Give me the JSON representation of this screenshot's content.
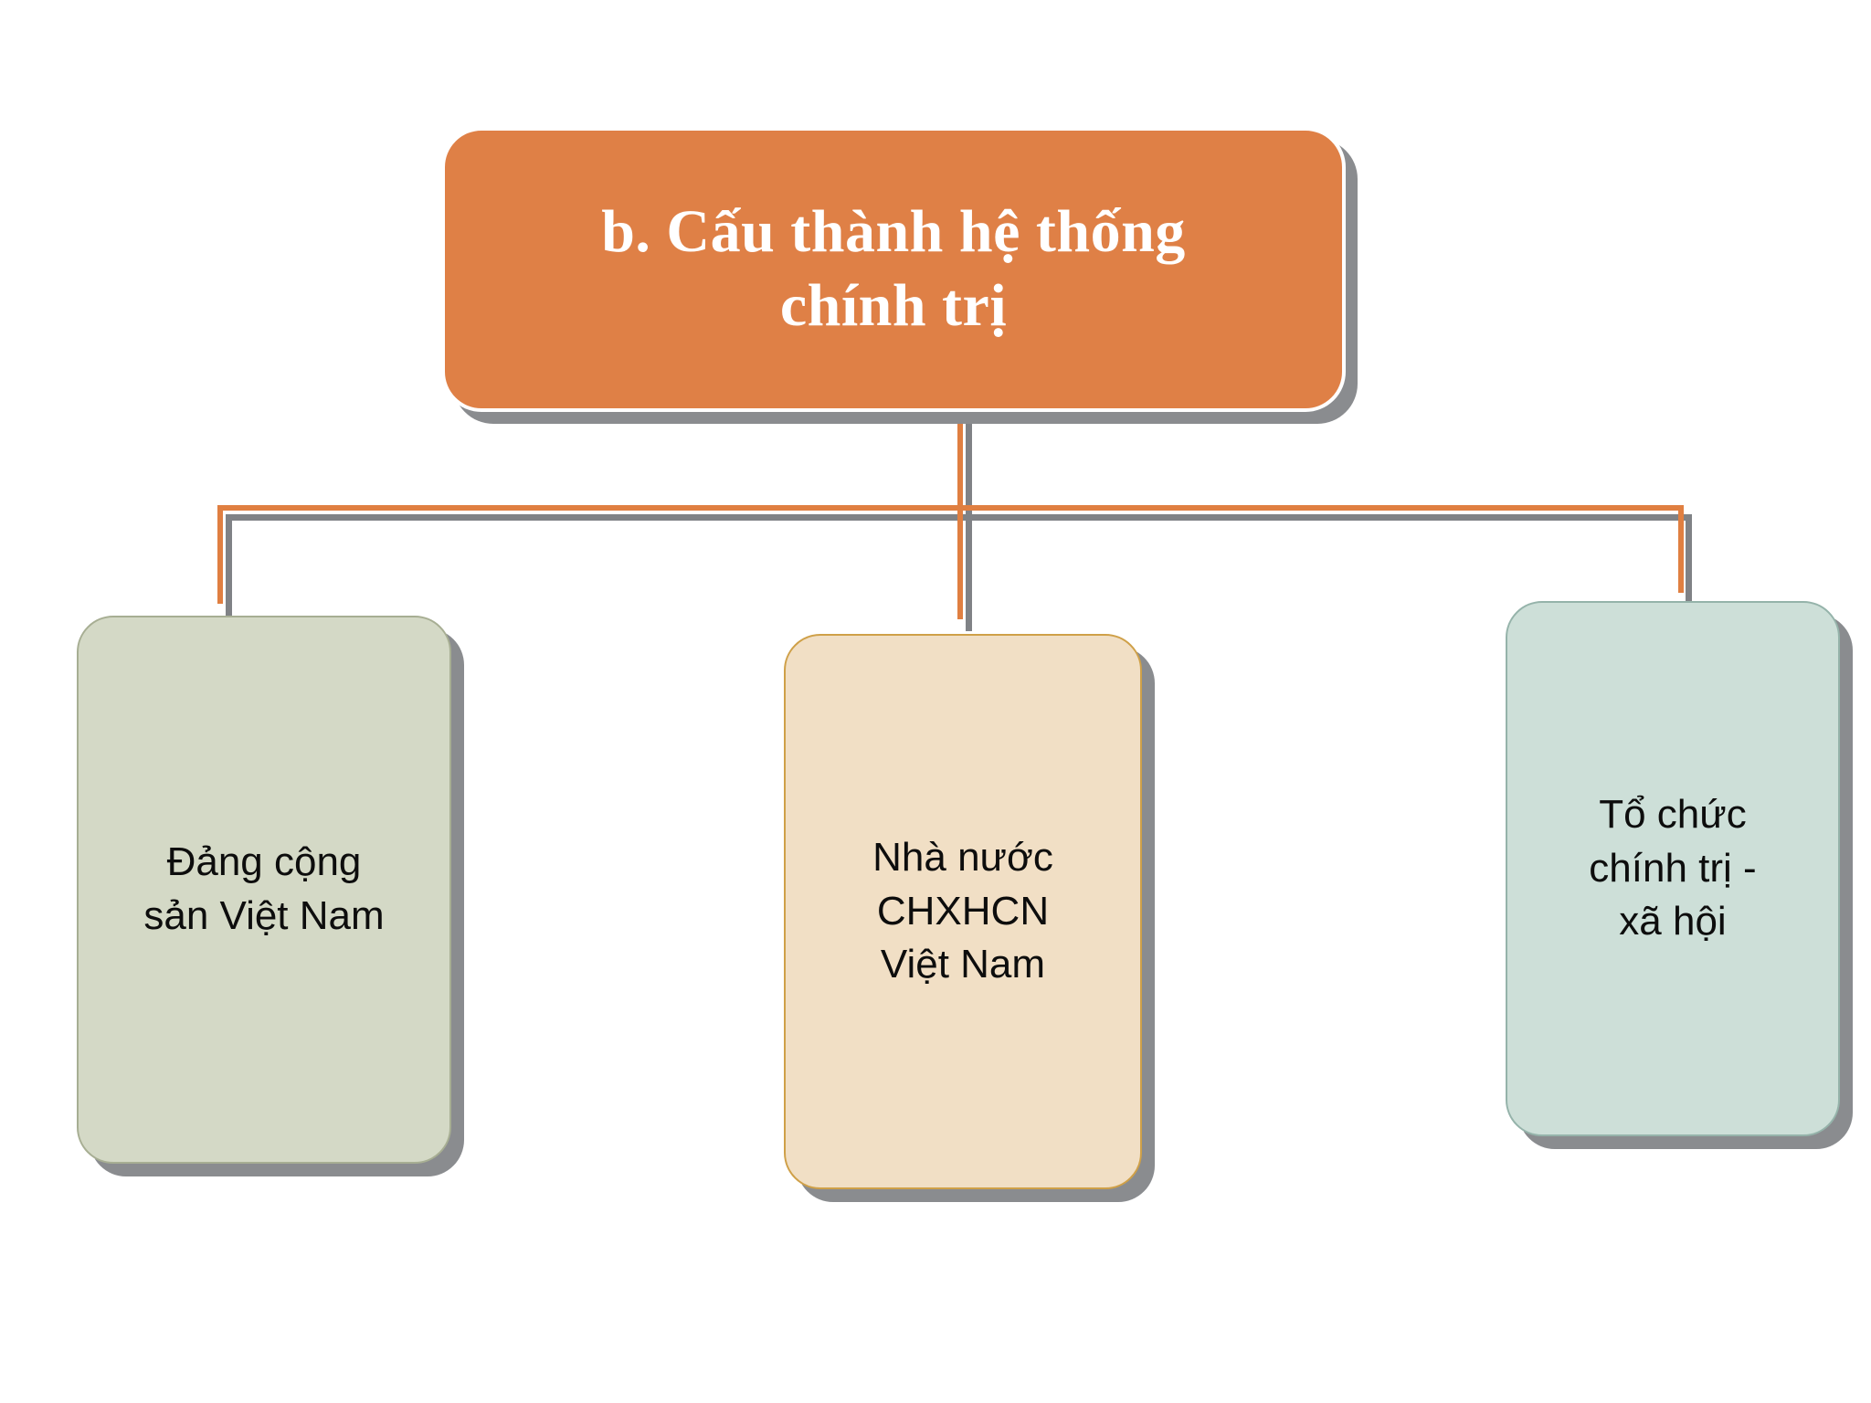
{
  "diagram": {
    "type": "org-chart",
    "title": "b. Cấu thành hệ thống chính trị",
    "root": {
      "id": "root",
      "label": "b. Cấu thành hệ thống\nchính trị",
      "fill": "#df8046",
      "text_color": "#ffffff"
    },
    "children": [
      {
        "id": "node-dang-cong-san",
        "label": "Đảng cộng\nsản Việt Nam",
        "fill": "#d4d9c6",
        "border": "#a7ae93",
        "text_color": "#0d0d0d"
      },
      {
        "id": "node-nha-nuoc",
        "label": "Nhà nước\nCHXHCN\nViệt Nam",
        "fill": "#f1dfc5",
        "border": "#cfa048",
        "text_color": "#0d0d0d"
      },
      {
        "id": "node-to-chuc",
        "label": "Tổ chức\nchính trị -\nxã hội",
        "fill": "#cddfd8",
        "border": "#95b3aa",
        "text_color": "#0d0d0d"
      }
    ],
    "connector": {
      "line_color": "#e07f41",
      "shadow_color": "#808286"
    },
    "background": "#ffffff"
  }
}
